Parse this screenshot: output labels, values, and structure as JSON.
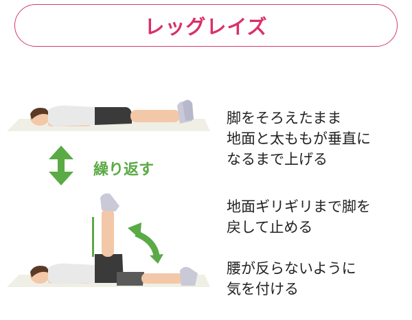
{
  "title": "レッグレイズ",
  "repeat_label": "繰り返す",
  "instructions": [
    "脚をそろえたまま\n地面と太ももが垂直に\nなるまで上げる",
    "地面ギリギリまで脚を\n戻して止める",
    "腰が反らないように\n気を付ける"
  ],
  "colors": {
    "title": "#d9306c",
    "accent_green": "#5aaa45",
    "mat": "#f0efe5",
    "shirt": "#e9e9e9",
    "shorts": "#3a3a3a",
    "skin": "#f2c8a8",
    "hair": "#5a3a24"
  },
  "icons": {
    "repeat": "double-arrow-vertical-icon",
    "rotation": "curved-double-arrow-icon"
  }
}
